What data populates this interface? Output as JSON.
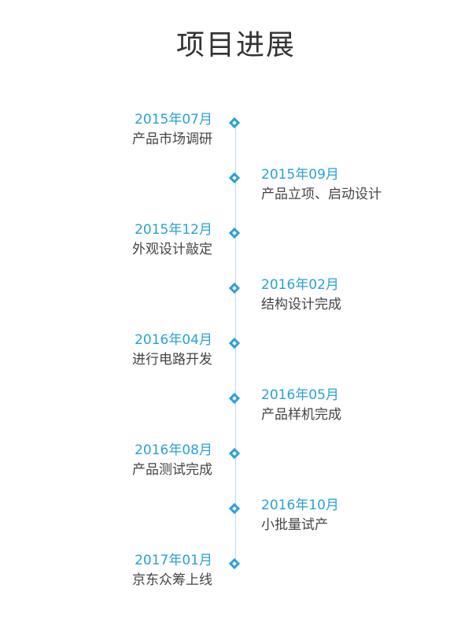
{
  "title": "项目进展",
  "colors": {
    "accent": "#2aa1d8",
    "line": "#b7dcef",
    "text": "#444444",
    "title": "#333333"
  },
  "milestones": [
    {
      "date": "2015年07月",
      "label": "产品市场调研",
      "side": "left"
    },
    {
      "date": "2015年09月",
      "label": "产品立项、启动设计",
      "side": "right"
    },
    {
      "date": "2015年12月",
      "label": "外观设计敲定",
      "side": "left"
    },
    {
      "date": "2016年02月",
      "label": "结构设计完成",
      "side": "right"
    },
    {
      "date": "2016年04月",
      "label": "进行电路开发",
      "side": "left"
    },
    {
      "date": "2016年05月",
      "label": "产品样机完成",
      "side": "right"
    },
    {
      "date": "2016年08月",
      "label": "产品测试完成",
      "side": "left"
    },
    {
      "date": "2016年10月",
      "label": "小批量试产",
      "side": "right"
    },
    {
      "date": "2017年01月",
      "label": "京东众筹上线",
      "side": "left"
    }
  ]
}
